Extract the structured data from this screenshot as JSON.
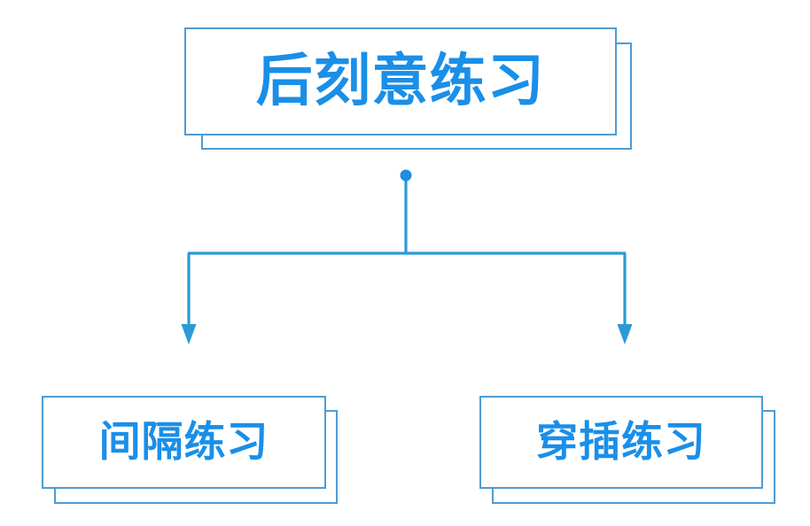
{
  "diagram": {
    "title_text": "后刻意练习",
    "type": "tree-hierarchy",
    "orientation": "top-down",
    "colors": {
      "text_blue": "#1a8fe8",
      "border_blue": "#4f9cd2",
      "connector_blue": "#2b9ad6",
      "background": "#ffffff"
    },
    "nodes": [
      {
        "id": "root",
        "label": "后刻意练习",
        "level": 0
      },
      {
        "id": "spaced-practice",
        "label": "间隔练习",
        "level": 1
      },
      {
        "id": "interleaved-practice",
        "label": "穿插练习",
        "level": 1
      }
    ],
    "connector": {
      "node_dot_name": "junction-dot",
      "edges": [
        {
          "from": "root",
          "to": "spaced-practice",
          "arrow": "down"
        },
        {
          "from": "root",
          "to": "interleaved-practice",
          "arrow": "down"
        }
      ]
    }
  }
}
